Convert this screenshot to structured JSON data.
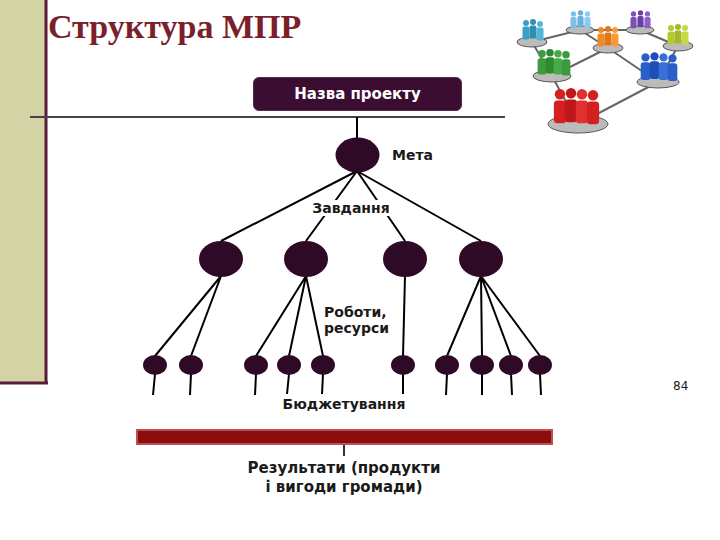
{
  "diagram": {
    "title": "Структура МПР",
    "nodes": [
      {
        "text": [
          "Назва проекту"
        ]
      },
      {
        "text": [
          "Мета"
        ]
      }
    ],
    "labels": [
      "Завдання",
      "Роботи, ресурси",
      "Бюджетування",
      "Результати (продукти і вигоди громади)",
      "84"
    ]
  }
}
